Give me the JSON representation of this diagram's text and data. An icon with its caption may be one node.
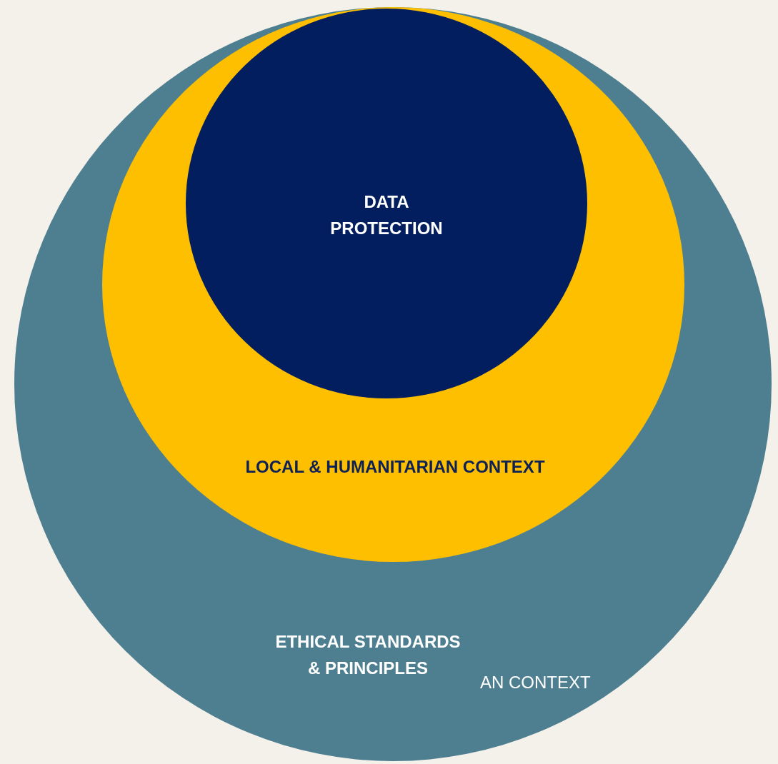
{
  "diagram": {
    "nodes": [
      {
        "text": [
          "ETHICAL STANDARDS & PRINCIPLES"
        ]
      },
      {
        "text": [
          "LOCAL & HUMANITARIAN CONTEXT"
        ],
        "in": 0
      },
      {
        "text": [
          "DATA PROTECTION"
        ],
        "in": 1
      }
    ],
    "labels": [
      "AN CONTEXT"
    ]
  }
}
